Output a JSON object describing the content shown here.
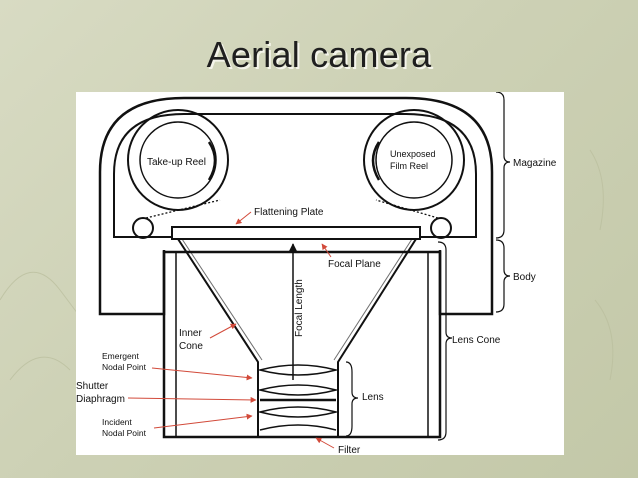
{
  "title": "Aerial camera",
  "labels": {
    "takeup_reel": "Take-up Reel",
    "unexposed_1": "Unexposed",
    "unexposed_2": "Film Reel",
    "flattening_plate": "Flattening Plate",
    "focal_plane": "Focal Plane",
    "focal_length": "Focal Length",
    "inner_cone_1": "Inner",
    "inner_cone_2": "Cone",
    "emergent_1": "Emergent",
    "emergent_2": "Nodal Point",
    "shutter_1": "Shutter",
    "shutter_2": "Diaphragm",
    "incident_1": "Incident",
    "incident_2": "Nodal Point",
    "lens": "Lens",
    "filter": "Filter",
    "magazine": "Magazine",
    "body": "Body",
    "lens_cone": "Lens Cone"
  },
  "colors": {
    "line": "#111111",
    "arrow_red": "#d24a3a",
    "background": "#cdd1b5"
  }
}
